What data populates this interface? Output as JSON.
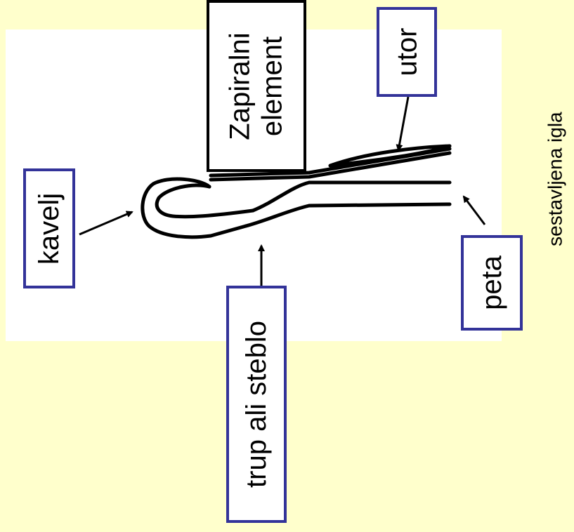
{
  "diagram": {
    "labels": {
      "kavelj": "kavelj",
      "zapiralni": "Zapiralni\nelement",
      "utor": "utor",
      "peta": "peta",
      "trup": "trup ali steblo"
    },
    "caption": "sestavljena igla",
    "colors": {
      "background": "#FFFFCC",
      "panel": "#FFFFFF",
      "label_border": "#333399",
      "zapiralni_border": "#000000",
      "lines": "#000000"
    }
  }
}
